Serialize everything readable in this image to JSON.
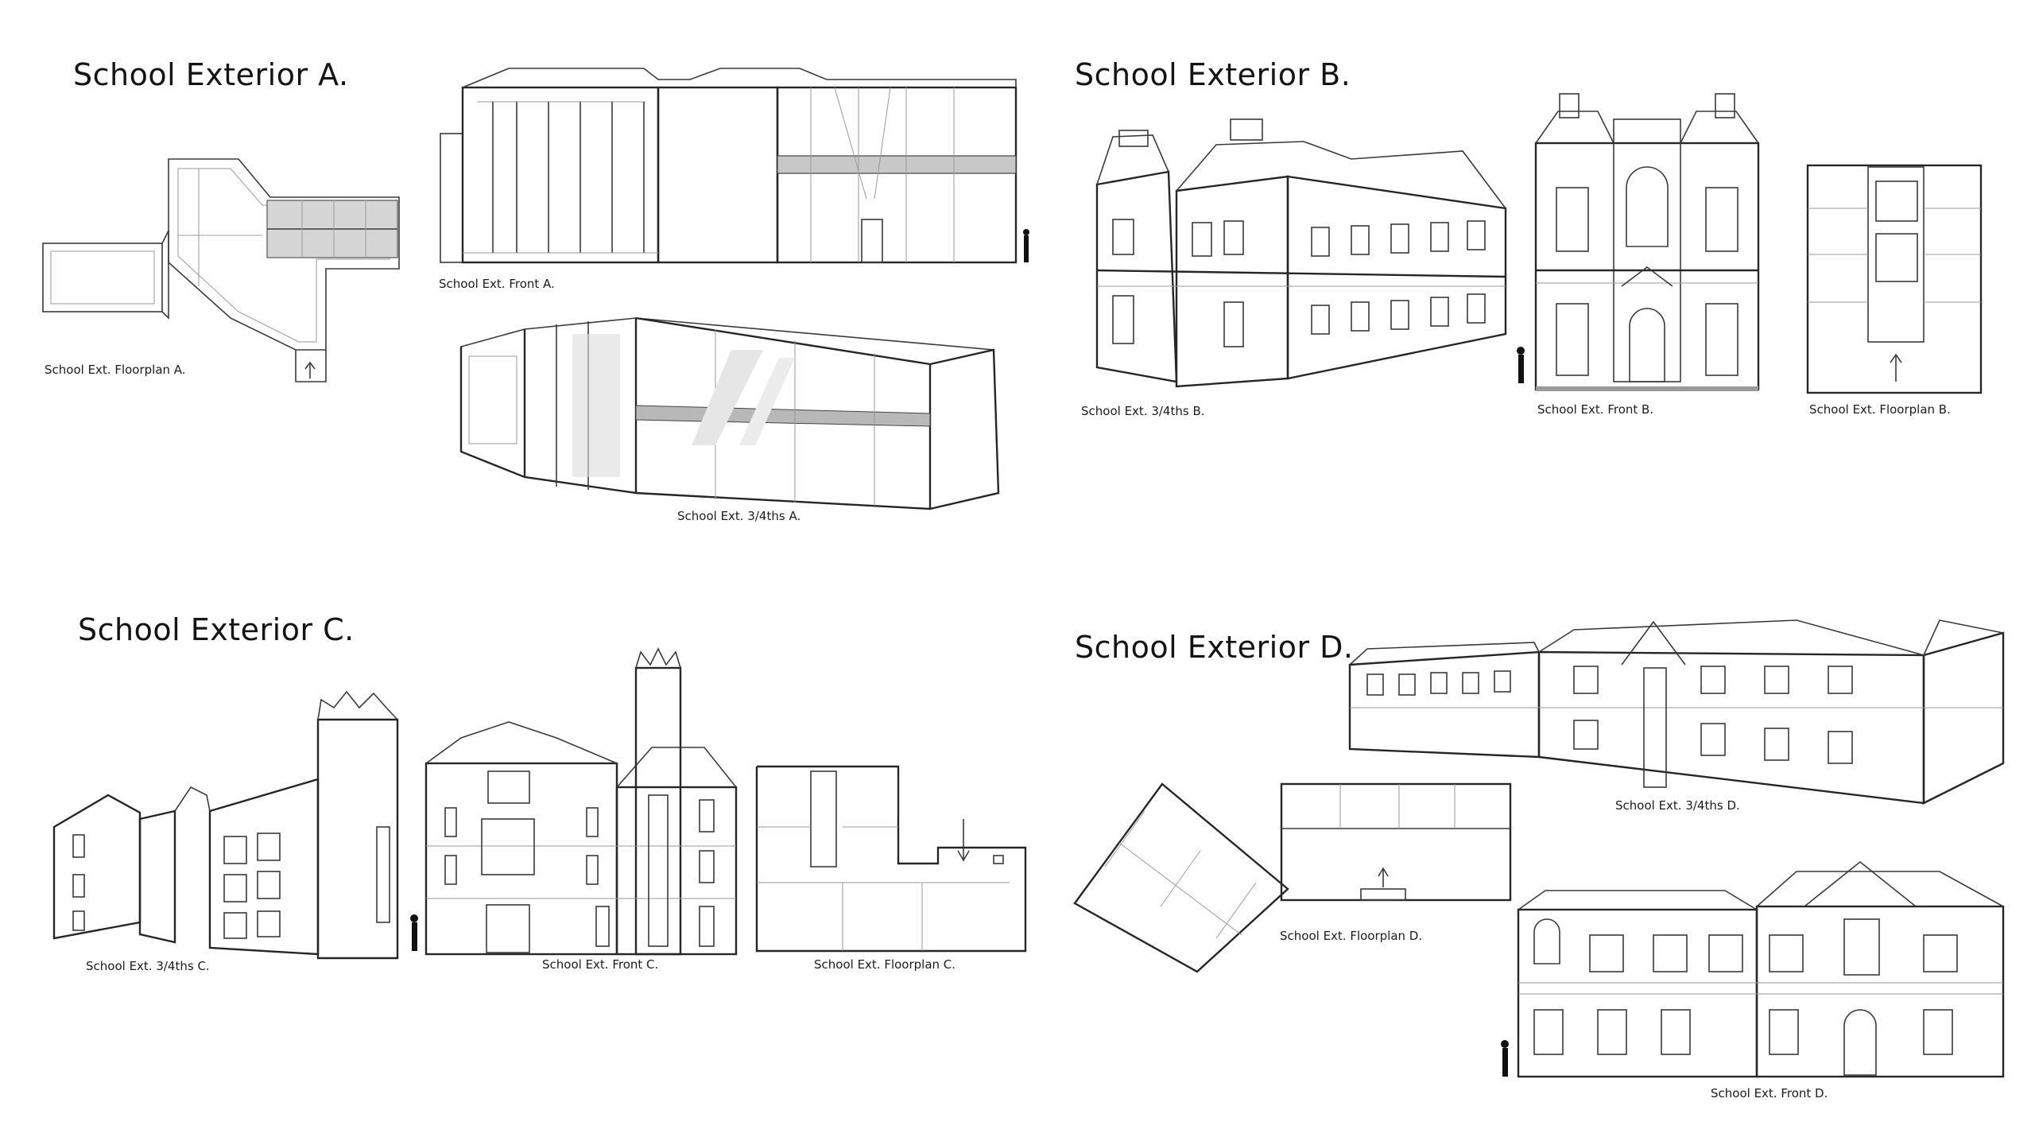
{
  "sections": {
    "a": {
      "title": "School Exterior A.",
      "captions": {
        "floorplan": "School Ext. Floorplan A.",
        "front": "School Ext. Front A.",
        "three_quarter": "School Ext. 3/4ths A."
      }
    },
    "b": {
      "title": "School Exterior B.",
      "captions": {
        "three_quarter": "School Ext. 3/4ths B.",
        "front": "School Ext. Front B.",
        "floorplan": "School Ext. Floorplan B."
      }
    },
    "c": {
      "title": "School Exterior C.",
      "captions": {
        "three_quarter": "School Ext. 3/4ths C.",
        "front": "School Ext. Front C.",
        "floorplan": "School Ext. Floorplan C."
      }
    },
    "d": {
      "title": "School Exterior D.",
      "captions": {
        "three_quarter": "School Ext. 3/4ths D.",
        "floorplan": "School Ext. Floorplan D.",
        "front": "School Ext. Front D."
      }
    }
  }
}
